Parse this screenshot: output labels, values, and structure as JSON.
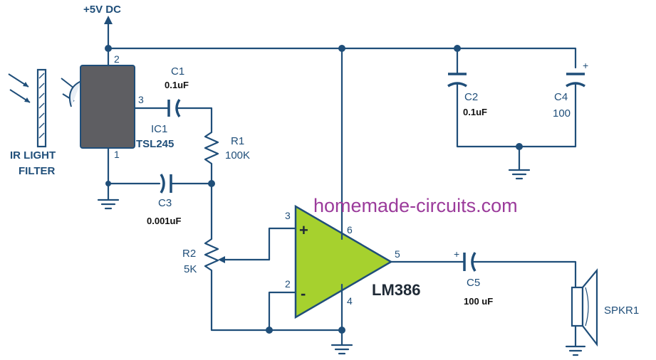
{
  "supply_label": "+5V DC",
  "watermark": "homemade-circuits.com",
  "filter_label_line1": "IR LIGHT",
  "filter_label_line2": "FILTER",
  "ic1": {
    "ref": "IC1",
    "part": "TSL245",
    "pin_vcc": "2",
    "pin_out": "3",
    "pin_gnd": "1"
  },
  "c1": {
    "ref": "C1",
    "value": "0.1uF"
  },
  "c2": {
    "ref": "C2",
    "value": "0.1uF"
  },
  "c3": {
    "ref": "C3",
    "value": "0.001uF"
  },
  "c4": {
    "ref": "C4",
    "value": "100",
    "polarity": "+"
  },
  "c5": {
    "ref": "C5",
    "value": "100 uF",
    "polarity": "+"
  },
  "r1": {
    "ref": "R1",
    "value": "100K"
  },
  "r2": {
    "ref": "R2",
    "value": "5K"
  },
  "amp": {
    "part": "LM386",
    "pin_noninv": "3",
    "pin_inv": "2",
    "pin_vcc": "6",
    "pin_gnd": "4",
    "pin_out": "5",
    "sign_plus": "+",
    "sign_minus": "-",
    "fill_color": "#a6d12e"
  },
  "speaker": {
    "ref": "SPKR1"
  },
  "colors": {
    "wire": "#1f4e79",
    "ic_body": "#5e5e62",
    "watermark": "#9b3b9b"
  }
}
